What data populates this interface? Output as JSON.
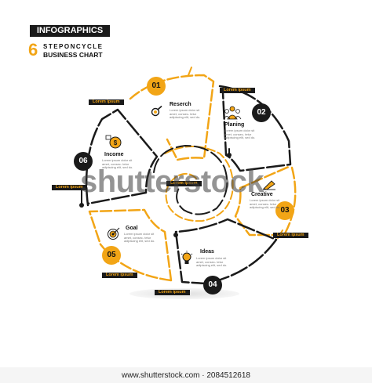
{
  "header": {
    "title": "INFOGRAPHICS",
    "number": "6",
    "subtitle_line1": "STEPONCYCLE",
    "subtitle_line2": "BUSINESS CHART"
  },
  "center_label": "Lorem ipsum",
  "placeholder_text": "Lorem ipsum dolor sit amet, consec- tetur adipiscing elit, sed do.",
  "steps": [
    {
      "number": "01",
      "title": "Reserch",
      "tag": "Lorem ipsum",
      "icon": "magnifier-icon",
      "badge_color": "orange"
    },
    {
      "number": "02",
      "title": "Planing",
      "tag": "Lorem ipsum",
      "icon": "team-icon",
      "badge_color": "black"
    },
    {
      "number": "03",
      "title": "Creative",
      "tag": "Lorem ipsum",
      "icon": "pen-icon",
      "badge_color": "orange"
    },
    {
      "number": "04",
      "title": "Ideas",
      "tag": "Lorem ipsum",
      "icon": "lightbulb-icon",
      "badge_color": "black"
    },
    {
      "number": "05",
      "title": "Goal",
      "tag": "Lorem ipsum",
      "icon": "target-icon",
      "badge_color": "orange"
    },
    {
      "number": "06",
      "title": "Income",
      "tag": "Lorem ipsum",
      "icon": "coin-icon",
      "badge_color": "black"
    }
  ],
  "colors": {
    "accent": "#f2a516",
    "dark": "#1a1a1a"
  },
  "watermark": "shutterstock",
  "footer": "www.shutterstock.com · 2084512618"
}
